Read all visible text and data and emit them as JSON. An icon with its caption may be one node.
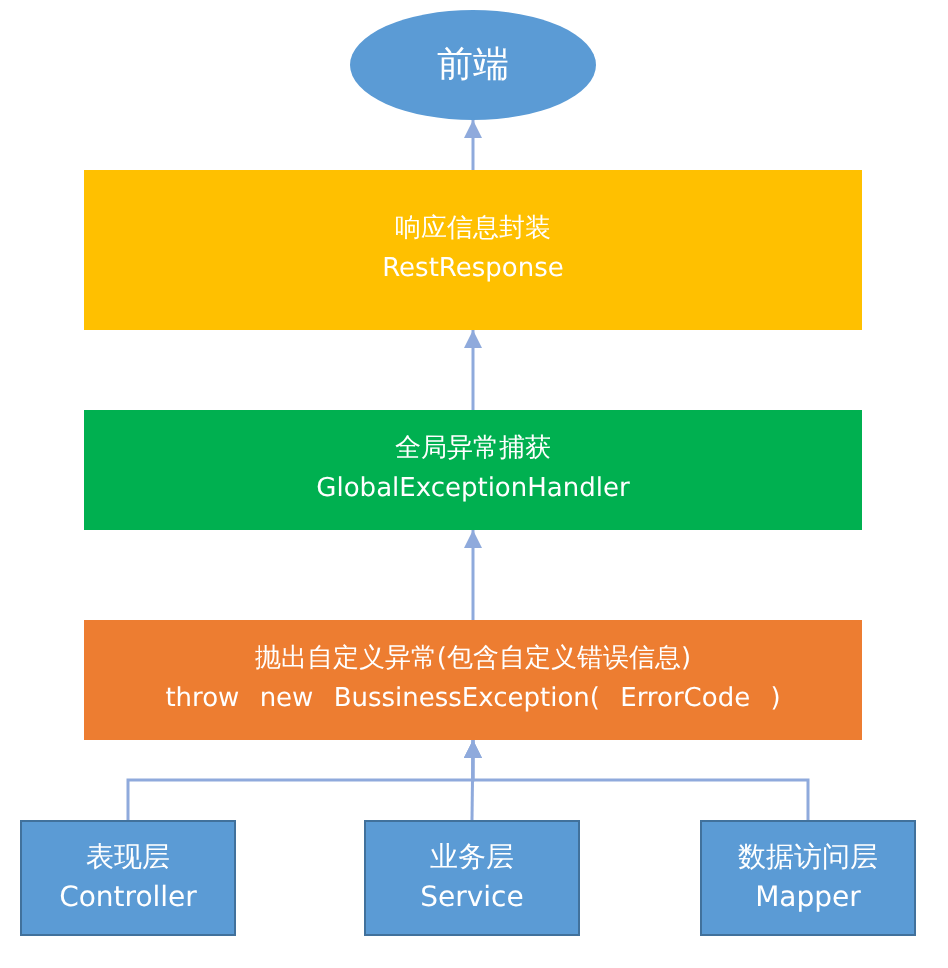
{
  "diagram": {
    "nodes": [
      {
        "text": [
          "前端"
        ]
      },
      {
        "text": [
          "响应信息封装",
          "RestResponse"
        ]
      },
      {
        "text": [
          "全局异常捕获",
          "GlobalExceptionHandler"
        ]
      },
      {
        "text": [
          "抛出自定义异常(包含自定义错误信息)",
          "throw new BussinessException( ErrorCode )"
        ]
      },
      {
        "text": [
          "表现层",
          "Controller"
        ]
      },
      {
        "text": [
          "业务层",
          "Service"
        ]
      },
      {
        "text": [
          "数据访问层",
          "Mapper"
        ]
      }
    ],
    "edges": [
      {
        "from": 4,
        "to": 3,
        "arrow": "to"
      },
      {
        "from": 5,
        "to": 3,
        "arrow": "to"
      },
      {
        "from": 6,
        "to": 3,
        "arrow": "to"
      },
      {
        "from": 3,
        "to": 2,
        "arrow": "to"
      },
      {
        "from": 2,
        "to": 1,
        "arrow": "to"
      },
      {
        "from": 1,
        "to": 0,
        "arrow": "to"
      }
    ]
  }
}
